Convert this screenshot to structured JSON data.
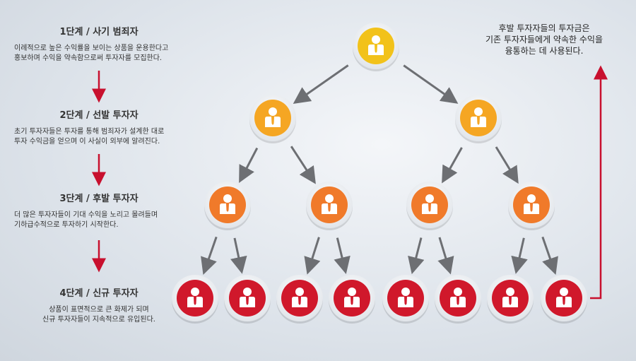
{
  "colors": {
    "yellow": "#f2c21a",
    "orange_light": "#f5a623",
    "orange": "#f07a2a",
    "red": "#d0182b",
    "arrow_gray": "#6d6f73",
    "arrow_red": "#c8102e"
  },
  "steps": [
    {
      "title": "1단계 / 사기 범죄자",
      "desc": [
        "이례적으로 높은 수익률을 보이는 상품을 운용한다고",
        "홍보하며 수익을 약속함으로써 투자자를 모집한다."
      ]
    },
    {
      "title": "2단계 / 선발 투자자",
      "desc": [
        "초기 투자자들은 투자를 통해 범죄자가 설계한 대로",
        "투자 수익금을 얻으며 이 사실이 외부에 알려진다."
      ]
    },
    {
      "title": "3단계 / 후발 투자자",
      "desc": [
        "더 많은 투자자들이 기대 수익을 노리고 몰려들며",
        "기하급수적으로 투자하기 시작한다."
      ]
    },
    {
      "title": "4단계 / 신규 투자자",
      "desc": [
        "상품이 표면적으로 큰 화제가 되며",
        "신규 투자자들이 지속적으로 유입된다."
      ]
    }
  ],
  "note": [
    "후발 투자자들의 투자금은",
    "기존 투자자들에게 약속한 수익을",
    "융통하는 데 사용된다."
  ],
  "pyramid": {
    "levels": [
      {
        "count": 1,
        "color": "yellow",
        "icon": "person-icon"
      },
      {
        "count": 2,
        "color": "orange_light",
        "icon": "person-icon"
      },
      {
        "count": 4,
        "color": "orange",
        "icon": "person-icon"
      },
      {
        "count": 8,
        "color": "red",
        "icon": "person-icon"
      }
    ]
  }
}
